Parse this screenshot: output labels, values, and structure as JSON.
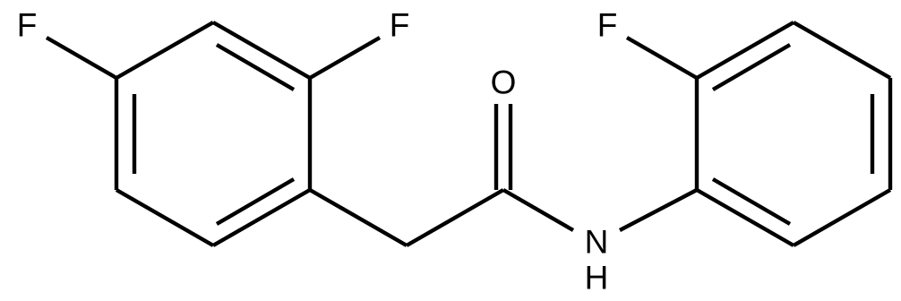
{
  "molecule": {
    "atoms": [
      {
        "id": "F1",
        "label": "F"
      },
      {
        "id": "F2",
        "label": "F"
      },
      {
        "id": "O",
        "label": "O"
      },
      {
        "id": "F3",
        "label": "F"
      },
      {
        "id": "N",
        "label": "N"
      },
      {
        "id": "H",
        "label": "H"
      }
    ],
    "colors": {
      "bond": "#000000",
      "label": "#000000",
      "background": "#ffffff"
    }
  }
}
